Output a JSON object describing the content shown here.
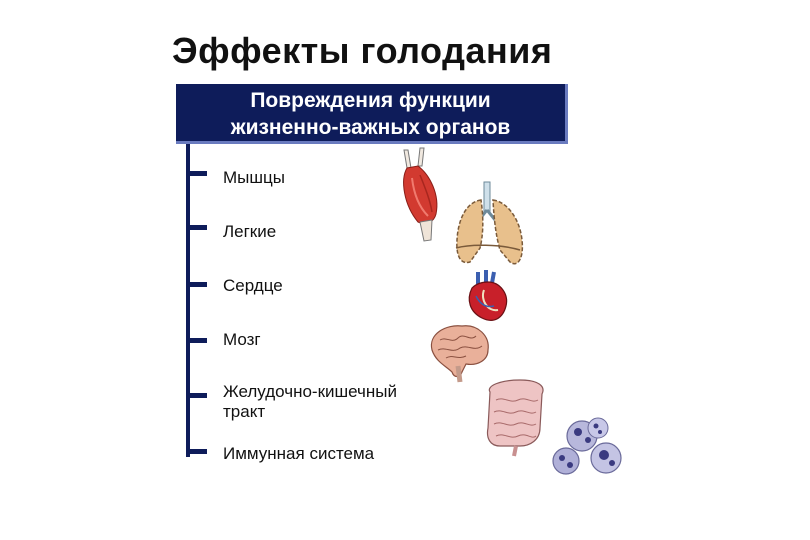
{
  "title": "Эффекты голодания",
  "banner": {
    "line1": "Повреждения функции",
    "line2": "жизненно-важных органов"
  },
  "items": [
    {
      "label": "Мышцы",
      "icon": "muscle-icon"
    },
    {
      "label": "Легкие",
      "icon": "lungs-icon"
    },
    {
      "label": "Сердце",
      "icon": "heart-icon"
    },
    {
      "label": "Мозг",
      "icon": "brain-icon"
    },
    {
      "label_line1": "Желудочно-кишечный",
      "label_line2": "тракт",
      "icon": "intestines-icon"
    },
    {
      "label": "Иммунная система",
      "icon": "immune-cells-icon"
    }
  ],
  "colors": {
    "accent": "#0e1c5a",
    "banner_shadow": "#6a7bbf",
    "muscle": "#d23a30",
    "lungs": "#e8c08c",
    "heart": "#c8202a",
    "brain": "#e9b09a",
    "intestine": "#eec4c4",
    "immune": "#b8b8dc"
  }
}
